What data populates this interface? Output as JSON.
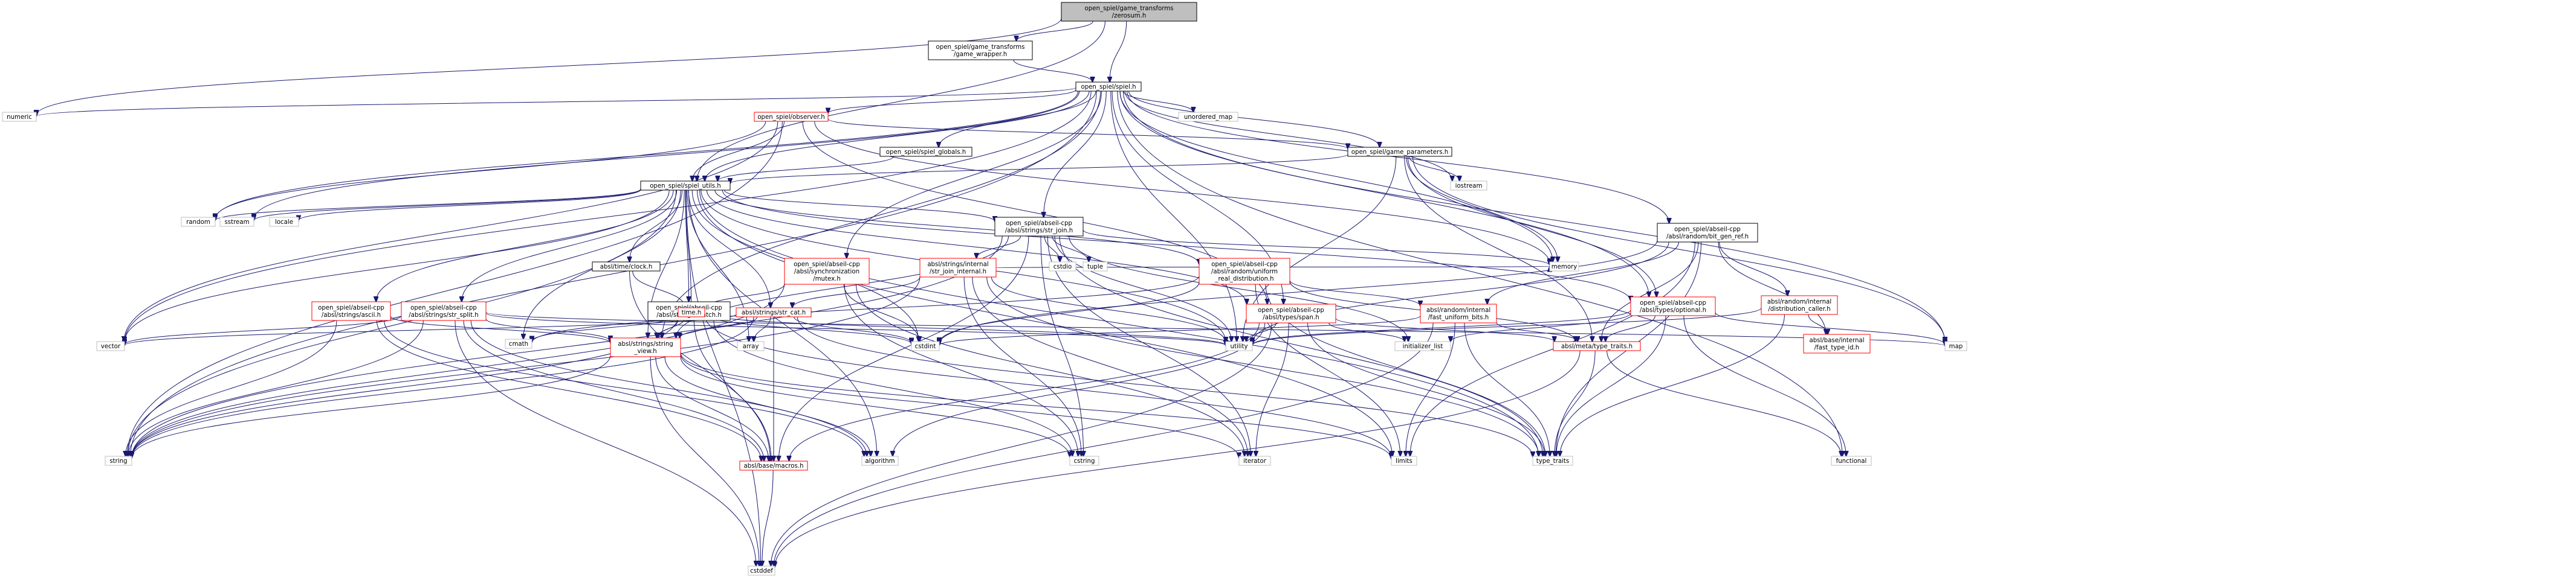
{
  "colors": {
    "root_fill": "#bfbfbf",
    "root_stroke": "#000000",
    "internal_stroke": "#000000",
    "warning_stroke": "#ff0000",
    "external_stroke": "#bfbfbf",
    "edge": "#191970",
    "background": "#ffffff"
  },
  "nodes": [
    {
      "id": "root",
      "lines": [
        "open_spiel/game_transforms",
        "/zerosum.h"
      ],
      "kind": "root",
      "interactable": false
    },
    {
      "id": "gw",
      "lines": [
        "open_spiel/game_transforms",
        "/game_wrapper.h"
      ],
      "kind": "internal",
      "interactable": true
    },
    {
      "id": "spiel",
      "lines": [
        "open_spiel/spiel.h"
      ],
      "kind": "internal",
      "interactable": true
    },
    {
      "id": "numeric",
      "lines": [
        "numeric"
      ],
      "kind": "external",
      "interactable": false
    },
    {
      "id": "observer",
      "lines": [
        "open_spiel/observer.h"
      ],
      "kind": "warning",
      "interactable": true
    },
    {
      "id": "unordered_map",
      "lines": [
        "unordered_map"
      ],
      "kind": "external",
      "interactable": false
    },
    {
      "id": "globals",
      "lines": [
        "open_spiel/spiel_globals.h"
      ],
      "kind": "internal",
      "interactable": true
    },
    {
      "id": "gparams",
      "lines": [
        "open_spiel/game_parameters.h"
      ],
      "kind": "internal",
      "interactable": true
    },
    {
      "id": "utils",
      "lines": [
        "open_spiel/spiel_utils.h"
      ],
      "kind": "internal",
      "interactable": true
    },
    {
      "id": "iostream",
      "lines": [
        "iostream"
      ],
      "kind": "external",
      "interactable": false
    },
    {
      "id": "bitgen",
      "lines": [
        "open_spiel/abseil-cpp",
        "/absl/random/bit_gen_ref.h"
      ],
      "kind": "internal",
      "interactable": true
    },
    {
      "id": "random",
      "lines": [
        "random"
      ],
      "kind": "external",
      "interactable": false
    },
    {
      "id": "sstream",
      "lines": [
        "sstream"
      ],
      "kind": "external",
      "interactable": false
    },
    {
      "id": "locale",
      "lines": [
        "locale"
      ],
      "kind": "external",
      "interactable": false
    },
    {
      "id": "strjoin",
      "lines": [
        "open_spiel/abseil-cpp",
        "/absl/strings/str_join.h"
      ],
      "kind": "internal",
      "interactable": true
    },
    {
      "id": "clock",
      "lines": [
        "absl/time/clock.h"
      ],
      "kind": "internal",
      "interactable": true
    },
    {
      "id": "mutex",
      "lines": [
        "open_spiel/abseil-cpp",
        "/absl/synchronization",
        "/mutex.h"
      ],
      "kind": "warning",
      "interactable": true
    },
    {
      "id": "sji",
      "lines": [
        "absl/strings/internal",
        "/str_join_internal.h"
      ],
      "kind": "warning",
      "interactable": true
    },
    {
      "id": "cstdio",
      "lines": [
        "cstdio"
      ],
      "kind": "external",
      "interactable": false
    },
    {
      "id": "tuple",
      "lines": [
        "tuple"
      ],
      "kind": "external",
      "interactable": false
    },
    {
      "id": "uniform",
      "lines": [
        "open_spiel/abseil-cpp",
        "/absl/random/uniform",
        "_real_distribution.h"
      ],
      "kind": "warning",
      "interactable": true
    },
    {
      "id": "optional",
      "lines": [
        "open_spiel/abseil-cpp",
        "/absl/types/optional.h"
      ],
      "kind": "warning",
      "interactable": true
    },
    {
      "id": "distcaller",
      "lines": [
        "absl/random/internal",
        "/distribution_caller.h"
      ],
      "kind": "warning",
      "interactable": true
    },
    {
      "id": "ascii",
      "lines": [
        "open_spiel/abseil-cpp",
        "/absl/strings/ascii.h"
      ],
      "kind": "warning",
      "interactable": true
    },
    {
      "id": "strsplit",
      "lines": [
        "open_spiel/abseil-cpp",
        "/absl/strings/str_split.h"
      ],
      "kind": "warning",
      "interactable": true
    },
    {
      "id": "match",
      "lines": [
        "open_spiel/abseil-cpp",
        "/absl/strings/match.h"
      ],
      "kind": "internal",
      "interactable": true
    },
    {
      "id": "time",
      "lines": [
        "time.h"
      ],
      "kind": "warning",
      "interactable": true
    },
    {
      "id": "strcat",
      "lines": [
        "absl/strings/str_cat.h"
      ],
      "kind": "warning",
      "interactable": true
    },
    {
      "id": "span",
      "lines": [
        "open_spiel/abseil-cpp",
        "/absl/types/span.h"
      ],
      "kind": "warning",
      "interactable": true
    },
    {
      "id": "memory",
      "lines": [
        "memory"
      ],
      "kind": "external",
      "interactable": false
    },
    {
      "id": "fub",
      "lines": [
        "absl/random/internal",
        "/fast_uniform_bits.h"
      ],
      "kind": "warning",
      "interactable": true
    },
    {
      "id": "cmath",
      "lines": [
        "cmath"
      ],
      "kind": "external",
      "interactable": false
    },
    {
      "id": "array",
      "lines": [
        "array"
      ],
      "kind": "external",
      "interactable": false
    },
    {
      "id": "cstdint",
      "lines": [
        "cstdint"
      ],
      "kind": "external",
      "interactable": false
    },
    {
      "id": "utility",
      "lines": [
        "utility"
      ],
      "kind": "external",
      "interactable": false
    },
    {
      "id": "init_list",
      "lines": [
        "initializer_list"
      ],
      "kind": "external",
      "interactable": false
    },
    {
      "id": "typetraits_h",
      "lines": [
        "absl/meta/type_traits.h"
      ],
      "kind": "warning",
      "interactable": true
    },
    {
      "id": "map",
      "lines": [
        "map"
      ],
      "kind": "external",
      "interactable": false
    },
    {
      "id": "fasttypeid",
      "lines": [
        "absl/base/internal",
        "/fast_type_id.h"
      ],
      "kind": "warning",
      "interactable": true
    },
    {
      "id": "vector",
      "lines": [
        "vector"
      ],
      "kind": "external",
      "interactable": false
    },
    {
      "id": "stringview",
      "lines": [
        "absl/strings/string",
        "_view.h"
      ],
      "kind": "warning",
      "interactable": true
    },
    {
      "id": "string",
      "lines": [
        "string"
      ],
      "kind": "external",
      "interactable": false
    },
    {
      "id": "algorithm",
      "lines": [
        "algorithm"
      ],
      "kind": "external",
      "interactable": false
    },
    {
      "id": "macros",
      "lines": [
        "absl/base/macros.h"
      ],
      "kind": "warning",
      "interactable": true
    },
    {
      "id": "cstring",
      "lines": [
        "cstring"
      ],
      "kind": "external",
      "interactable": false
    },
    {
      "id": "iterator",
      "lines": [
        "iterator"
      ],
      "kind": "external",
      "interactable": false
    },
    {
      "id": "limits",
      "lines": [
        "limits"
      ],
      "kind": "external",
      "interactable": false
    },
    {
      "id": "type_traits",
      "lines": [
        "type_traits"
      ],
      "kind": "external",
      "interactable": false
    },
    {
      "id": "functional",
      "lines": [
        "functional"
      ],
      "kind": "external",
      "interactable": false
    },
    {
      "id": "cstddef",
      "lines": [
        "cstddef"
      ],
      "kind": "external",
      "interactable": false
    }
  ],
  "edges": [
    [
      "root",
      "gw"
    ],
    [
      "root",
      "spiel"
    ],
    [
      "root",
      "numeric"
    ],
    [
      "root",
      "utils"
    ],
    [
      "gw",
      "spiel"
    ],
    [
      "spiel",
      "numeric"
    ],
    [
      "spiel",
      "observer"
    ],
    [
      "spiel",
      "unordered_map"
    ],
    [
      "spiel",
      "globals"
    ],
    [
      "spiel",
      "gparams"
    ],
    [
      "spiel",
      "utils"
    ],
    [
      "spiel",
      "iostream"
    ],
    [
      "spiel",
      "bitgen"
    ],
    [
      "spiel",
      "random"
    ],
    [
      "spiel",
      "sstream"
    ],
    [
      "spiel",
      "strjoin"
    ],
    [
      "spiel",
      "mutex"
    ],
    [
      "spiel",
      "optional"
    ],
    [
      "spiel",
      "span"
    ],
    [
      "spiel",
      "memory"
    ],
    [
      "spiel",
      "utility"
    ],
    [
      "spiel",
      "map"
    ],
    [
      "spiel",
      "functional"
    ],
    [
      "spiel",
      "vector"
    ],
    [
      "spiel",
      "string"
    ],
    [
      "spiel",
      "stringview"
    ],
    [
      "observer",
      "gparams"
    ],
    [
      "observer",
      "utils"
    ],
    [
      "observer",
      "span"
    ],
    [
      "observer",
      "memory"
    ],
    [
      "observer",
      "vector"
    ],
    [
      "observer",
      "string"
    ],
    [
      "observer",
      "random"
    ],
    [
      "globals",
      "utils"
    ],
    [
      "gparams",
      "utils"
    ],
    [
      "gparams",
      "iostream"
    ],
    [
      "gparams",
      "optional"
    ],
    [
      "gparams",
      "memory"
    ],
    [
      "gparams",
      "map"
    ],
    [
      "gparams",
      "utility"
    ],
    [
      "gparams",
      "typetraits_h"
    ],
    [
      "utils",
      "random"
    ],
    [
      "utils",
      "sstream"
    ],
    [
      "utils",
      "locale"
    ],
    [
      "utils",
      "strjoin"
    ],
    [
      "utils",
      "clock"
    ],
    [
      "utils",
      "uniform"
    ],
    [
      "utils",
      "optional"
    ],
    [
      "utils",
      "ascii"
    ],
    [
      "utils",
      "strsplit"
    ],
    [
      "utils",
      "match"
    ],
    [
      "utils",
      "time"
    ],
    [
      "utils",
      "strcat"
    ],
    [
      "utils",
      "span"
    ],
    [
      "utils",
      "cmath"
    ],
    [
      "utils",
      "cstdint"
    ],
    [
      "utils",
      "utility"
    ],
    [
      "utils",
      "vector"
    ],
    [
      "utils",
      "string"
    ],
    [
      "utils",
      "algorithm"
    ],
    [
      "utils",
      "cstddef"
    ],
    [
      "utils",
      "type_traits"
    ],
    [
      "utils",
      "limits"
    ],
    [
      "utils",
      "stringview"
    ],
    [
      "utils",
      "array"
    ],
    [
      "bitgen",
      "fub"
    ],
    [
      "bitgen",
      "distcaller"
    ],
    [
      "bitgen",
      "typetraits_h"
    ],
    [
      "bitgen",
      "fasttypeid"
    ],
    [
      "bitgen",
      "type_traits"
    ],
    [
      "bitgen",
      "utility"
    ],
    [
      "bitgen",
      "limits"
    ],
    [
      "bitgen",
      "cstdint"
    ],
    [
      "strjoin",
      "sji"
    ],
    [
      "strjoin",
      "cstdio"
    ],
    [
      "strjoin",
      "tuple"
    ],
    [
      "strjoin",
      "memory"
    ],
    [
      "strjoin",
      "init_list"
    ],
    [
      "strjoin",
      "iterator"
    ],
    [
      "strjoin",
      "utility"
    ],
    [
      "strjoin",
      "type_traits"
    ],
    [
      "strjoin",
      "string"
    ],
    [
      "strjoin",
      "cstring"
    ],
    [
      "strjoin",
      "stringview"
    ],
    [
      "strjoin",
      "macros"
    ],
    [
      "clock",
      "time"
    ],
    [
      "clock",
      "macros"
    ],
    [
      "mutex",
      "time"
    ],
    [
      "mutex",
      "cstdint"
    ],
    [
      "mutex",
      "cstring"
    ],
    [
      "mutex",
      "iterator"
    ],
    [
      "mutex",
      "string"
    ],
    [
      "sji",
      "strcat"
    ],
    [
      "sji",
      "memory"
    ],
    [
      "sji",
      "iterator"
    ],
    [
      "sji",
      "utility"
    ],
    [
      "sji",
      "type_traits"
    ],
    [
      "sji",
      "cstring"
    ],
    [
      "sji",
      "string"
    ],
    [
      "uniform",
      "fub"
    ],
    [
      "uniform",
      "typetraits_h"
    ],
    [
      "uniform",
      "cmath"
    ],
    [
      "uniform",
      "cstdint"
    ],
    [
      "uniform",
      "limits"
    ],
    [
      "uniform",
      "type_traits"
    ],
    [
      "optional",
      "typetraits_h"
    ],
    [
      "optional",
      "utility"
    ],
    [
      "optional",
      "functional"
    ],
    [
      "optional",
      "type_traits"
    ],
    [
      "optional",
      "init_list"
    ],
    [
      "optional",
      "map"
    ],
    [
      "distcaller",
      "fasttypeid"
    ],
    [
      "distcaller",
      "utility"
    ],
    [
      "distcaller",
      "type_traits"
    ],
    [
      "ascii",
      "stringview"
    ],
    [
      "ascii",
      "string"
    ],
    [
      "ascii",
      "algorithm"
    ],
    [
      "ascii",
      "macros"
    ],
    [
      "strsplit",
      "stringview"
    ],
    [
      "strsplit",
      "vector"
    ],
    [
      "strsplit",
      "map"
    ],
    [
      "strsplit",
      "string"
    ],
    [
      "strsplit",
      "utility"
    ],
    [
      "strsplit",
      "algorithm"
    ],
    [
      "strsplit",
      "cstddef"
    ],
    [
      "strsplit",
      "macros"
    ],
    [
      "match",
      "stringview"
    ],
    [
      "match",
      "cstring"
    ],
    [
      "time",
      "stringview"
    ],
    [
      "time",
      "cmath"
    ],
    [
      "time",
      "cstdint"
    ],
    [
      "time",
      "string"
    ],
    [
      "time",
      "utility"
    ],
    [
      "time",
      "limits"
    ],
    [
      "time",
      "macros"
    ],
    [
      "strcat",
      "stringview"
    ],
    [
      "strcat",
      "array"
    ],
    [
      "strcat",
      "cstdint"
    ],
    [
      "strcat",
      "string"
    ],
    [
      "strcat",
      "type_traits"
    ],
    [
      "strcat",
      "vector"
    ],
    [
      "strcat",
      "macros"
    ],
    [
      "span",
      "typetraits_h"
    ],
    [
      "span",
      "macros"
    ],
    [
      "span",
      "algorithm"
    ],
    [
      "span",
      "cstddef"
    ],
    [
      "span",
      "init_list"
    ],
    [
      "span",
      "iterator"
    ],
    [
      "span",
      "type_traits"
    ],
    [
      "span",
      "utility"
    ],
    [
      "fub",
      "typetraits_h"
    ],
    [
      "fub",
      "cstddef"
    ],
    [
      "fub",
      "cstdint"
    ],
    [
      "fub",
      "limits"
    ],
    [
      "fub",
      "type_traits"
    ],
    [
      "typetraits_h",
      "cstddef"
    ],
    [
      "typetraits_h",
      "functional"
    ],
    [
      "typetraits_h",
      "type_traits"
    ],
    [
      "stringview",
      "algorithm"
    ],
    [
      "stringview",
      "cstddef"
    ],
    [
      "stringview",
      "cstring"
    ],
    [
      "stringview",
      "iterator"
    ],
    [
      "stringview",
      "limits"
    ],
    [
      "stringview",
      "string"
    ],
    [
      "stringview",
      "macros"
    ],
    [
      "macros",
      "cstddef"
    ]
  ]
}
